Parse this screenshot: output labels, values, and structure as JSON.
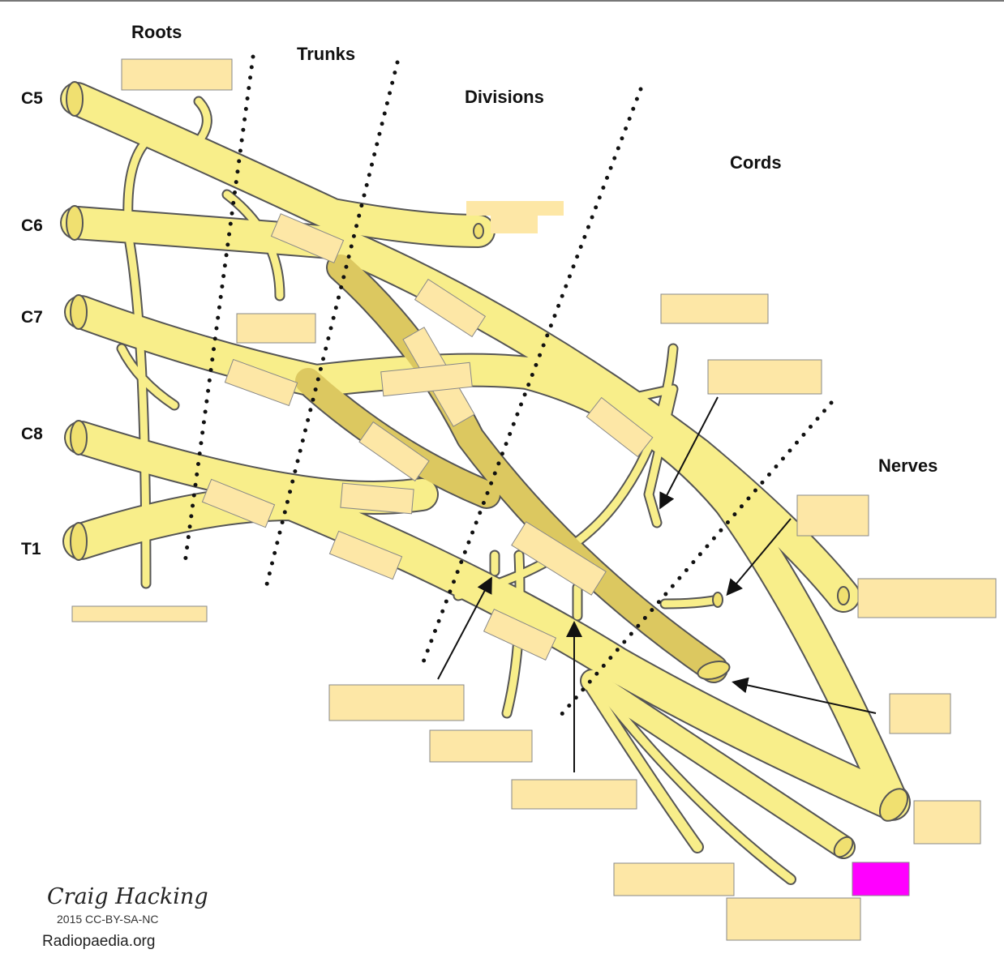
{
  "stage_labels": {
    "roots": "Roots",
    "trunks": "Trunks",
    "divisions": "Divisions",
    "cords": "Cords",
    "nerves": "Nerves"
  },
  "root_labels": [
    "C5",
    "C6",
    "C7",
    "C8",
    "T1"
  ],
  "credit": {
    "signature": "Craig Hacking",
    "license": "2015 CC-BY-SA-NC",
    "site": "Radiopaedia.org"
  },
  "colors": {
    "nerve": "#f8ee8a",
    "nerve_outline": "#555555",
    "posterior_cord": "#dcc860",
    "blank_box": "#fde7a6",
    "highlight_box": "#ff00ff"
  }
}
